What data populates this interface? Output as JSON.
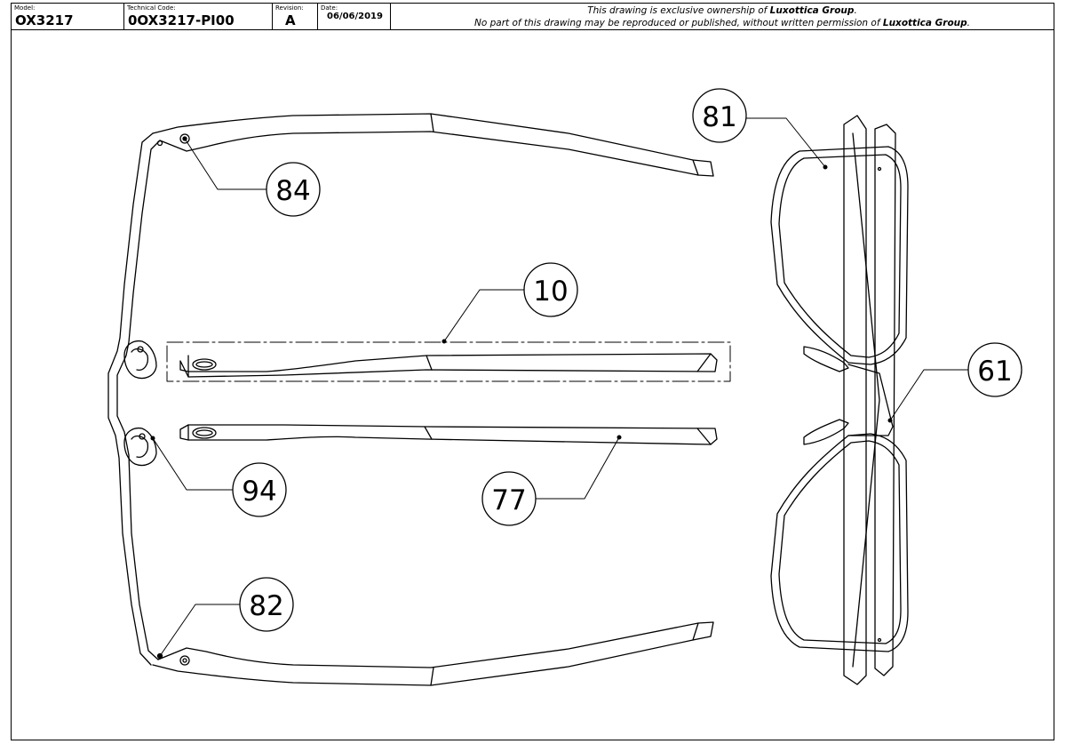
{
  "title_block": {
    "model_label": "Model:",
    "model_value": "OX3217",
    "technical_code_label": "Technical Code:",
    "technical_code_value": "0OX3217-PI00",
    "revision_label": "Revision:",
    "revision_value": "A",
    "date_label": "Date:",
    "date_value": "06/06/2019"
  },
  "notice": {
    "line1_before": "This drawing is exclusive ownership of ",
    "line1_company": "Luxottica Group",
    "line1_after": ".",
    "line2_before": "No part of this drawing may be reproduced or published, without written permission of ",
    "line2_company": "Luxottica Group",
    "line2_after": "."
  },
  "callouts": [
    {
      "id": "c81",
      "label": "81"
    },
    {
      "id": "c84",
      "label": "84"
    },
    {
      "id": "c10",
      "label": "10"
    },
    {
      "id": "c61",
      "label": "61"
    },
    {
      "id": "c94",
      "label": "94"
    },
    {
      "id": "c77",
      "label": "77"
    },
    {
      "id": "c82",
      "label": "82"
    }
  ]
}
